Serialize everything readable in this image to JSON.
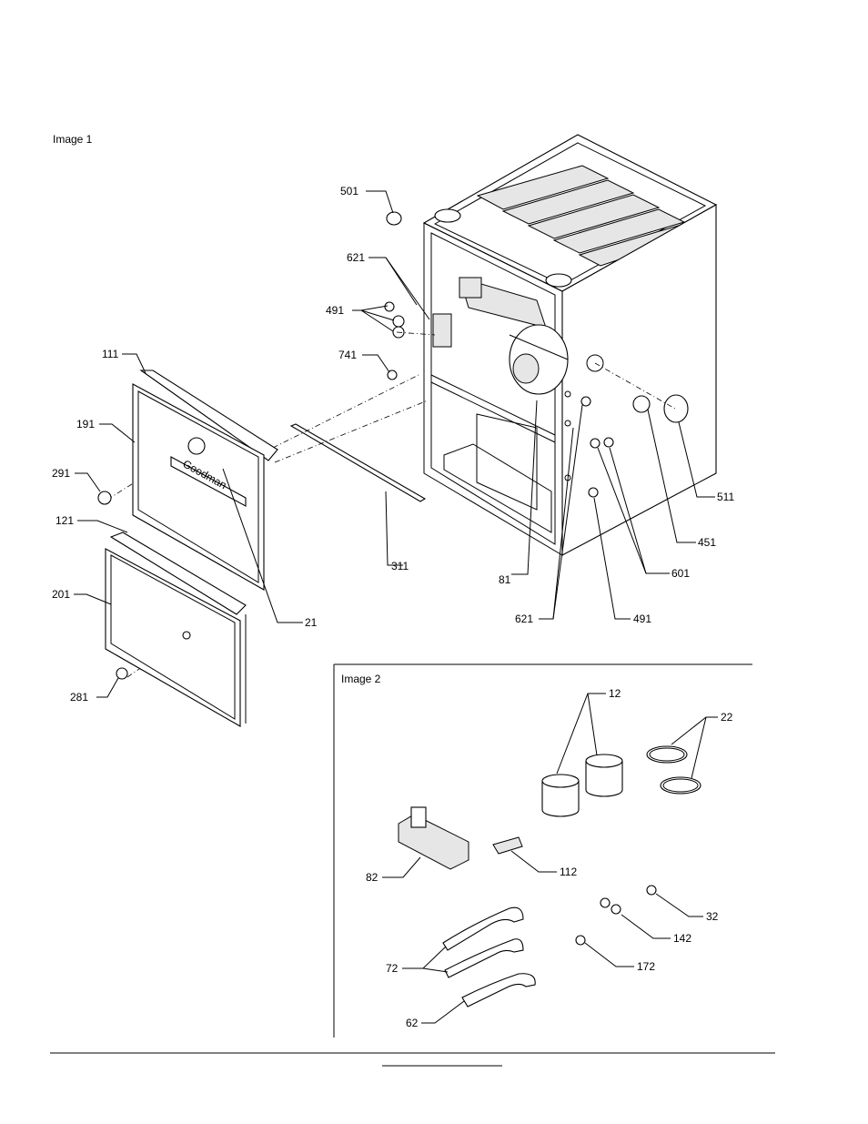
{
  "titles": {
    "image1": "Image 1",
    "image2": "Image 2"
  },
  "panel_brand": "Goodman",
  "labels": [
    {
      "id": "501",
      "text": "501"
    },
    {
      "id": "621a",
      "text": "621"
    },
    {
      "id": "491a",
      "text": "491"
    },
    {
      "id": "741",
      "text": "741"
    },
    {
      "id": "111",
      "text": "111"
    },
    {
      "id": "191",
      "text": "191"
    },
    {
      "id": "291",
      "text": "291"
    },
    {
      "id": "121",
      "text": "121"
    },
    {
      "id": "201",
      "text": "201"
    },
    {
      "id": "281",
      "text": "281"
    },
    {
      "id": "21",
      "text": "21"
    },
    {
      "id": "311",
      "text": "311"
    },
    {
      "id": "81",
      "text": "81"
    },
    {
      "id": "621b",
      "text": "621"
    },
    {
      "id": "491b",
      "text": "491"
    },
    {
      "id": "601",
      "text": "601"
    },
    {
      "id": "451",
      "text": "451"
    },
    {
      "id": "511",
      "text": "511"
    },
    {
      "id": "12",
      "text": "12"
    },
    {
      "id": "22",
      "text": "22"
    },
    {
      "id": "82",
      "text": "82"
    },
    {
      "id": "112",
      "text": "112"
    },
    {
      "id": "32",
      "text": "32"
    },
    {
      "id": "142",
      "text": "142"
    },
    {
      "id": "72",
      "text": "72"
    },
    {
      "id": "172",
      "text": "172"
    },
    {
      "id": "62",
      "text": "62"
    }
  ]
}
